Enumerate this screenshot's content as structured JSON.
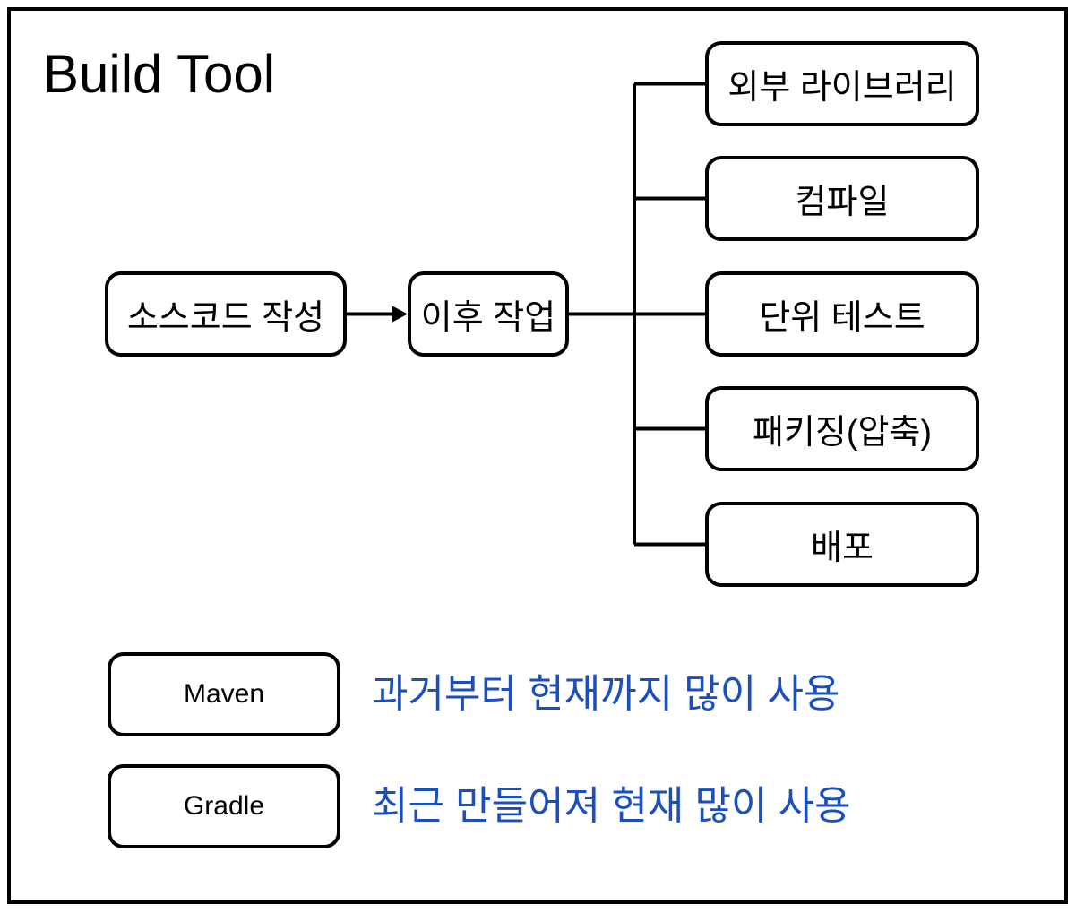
{
  "title": "Build Tool",
  "flow": {
    "source": "소스코드 작성",
    "next": "이후 작업",
    "tasks": [
      "외부 라이브러리",
      "컴파일",
      "단위 테스트",
      "패키징(압축)",
      "배포"
    ]
  },
  "tools": [
    {
      "name": "Maven",
      "note": "과거부터 현재까지 많이 사용"
    },
    {
      "name": "Gradle",
      "note": "최근 만들어져 현재 많이 사용"
    }
  ],
  "colors": {
    "annotation_blue": "#1B4FBB",
    "diagram_black": "#000000"
  }
}
